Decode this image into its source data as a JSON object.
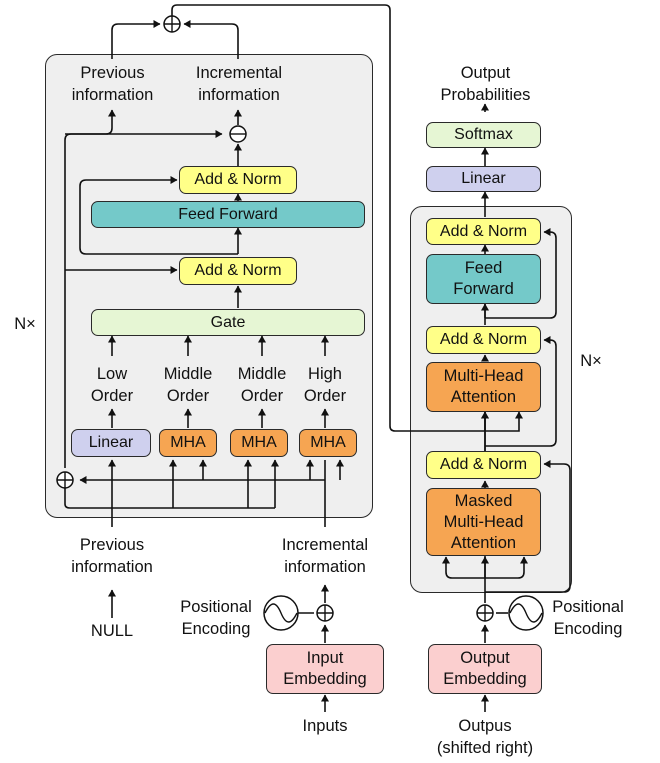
{
  "left": {
    "merge_outputs": [
      "Previous\ninformation",
      "Incremental\ninformation"
    ],
    "add_norm_top": "Add & Norm",
    "feed_forward": "Feed Forward",
    "add_norm_mid": "Add & Norm",
    "gate": "Gate",
    "orders": [
      "Low\nOrder",
      "Middle\nOrder",
      "Middle\nOrder",
      "High\nOrder"
    ],
    "blocks": [
      "Linear",
      "MHA",
      "MHA",
      "MHA"
    ],
    "nx": "N×",
    "inputs": [
      "Previous\ninformation",
      "Incremental\ninformation"
    ],
    "null_label": "NULL",
    "pos_encoding": "Positional\nEncoding",
    "input_embedding": "Input\nEmbedding",
    "inputs_label": "Inputs"
  },
  "right": {
    "output_probabilities": "Output\nProbabilities",
    "softmax": "Softmax",
    "linear": "Linear",
    "add_norm_1": "Add & Norm",
    "feed_forward": "Feed\nForward",
    "add_norm_2": "Add & Norm",
    "multi_head_attention": "Multi-Head\nAttention",
    "add_norm_3": "Add & Norm",
    "masked_attention": "Masked\nMulti-Head\nAttention",
    "nx": "N×",
    "pos_encoding": "Positional\nEncoding",
    "output_embedding": "Output\nEmbedding",
    "outputs_label": "Outpus\n(shifted right)"
  }
}
